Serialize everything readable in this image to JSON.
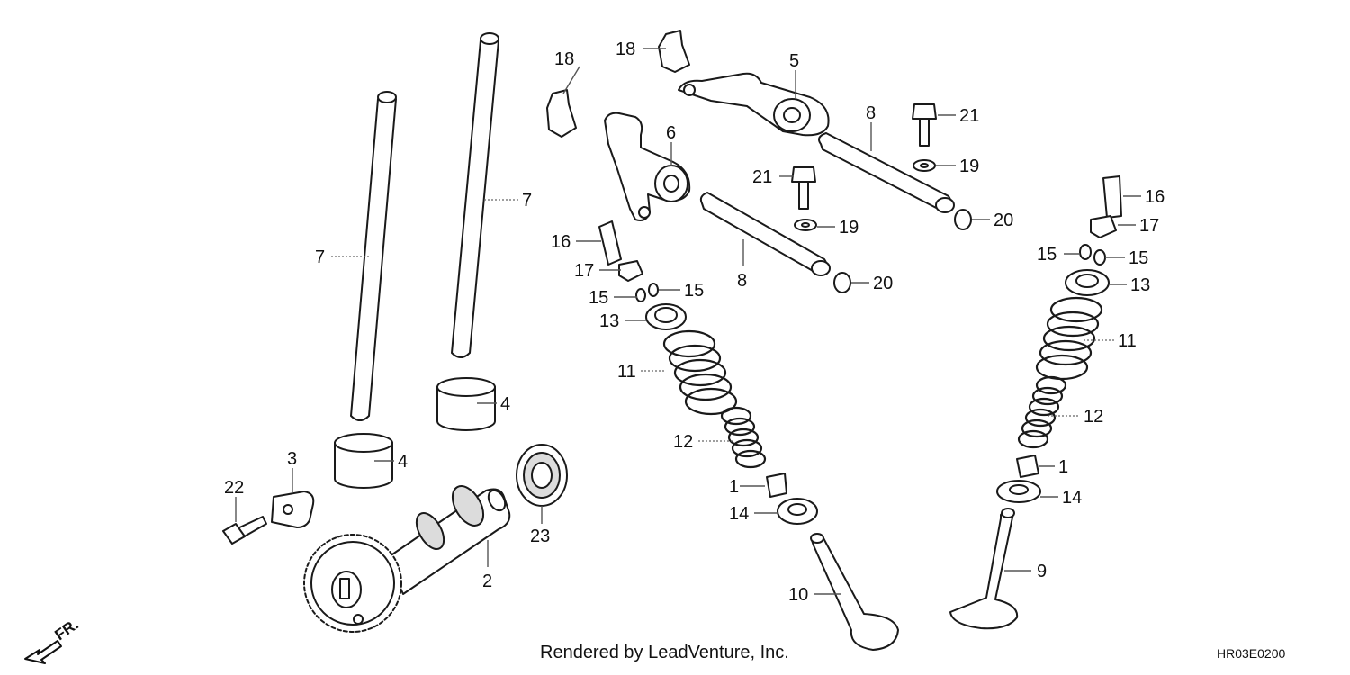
{
  "callouts": {
    "c1a": "1",
    "c1b": "1",
    "c2": "2",
    "c3": "3",
    "c4a": "4",
    "c4b": "4",
    "c5": "5",
    "c6": "6",
    "c7a": "7",
    "c7b": "7",
    "c8a": "8",
    "c8b": "8",
    "c9": "9",
    "c10": "10",
    "c11a": "11",
    "c11b": "11",
    "c12a": "12",
    "c12b": "12",
    "c13a": "13",
    "c13b": "13",
    "c14a": "14",
    "c14b": "14",
    "c15a": "15",
    "c15b": "15",
    "c15c": "15",
    "c15d": "15",
    "c16a": "16",
    "c16b": "16",
    "c17a": "17",
    "c17b": "17",
    "c18a": "18",
    "c18b": "18",
    "c19a": "19",
    "c19b": "19",
    "c20a": "20",
    "c20b": "20",
    "c21a": "21",
    "c21b": "21",
    "c22": "22",
    "c23": "23"
  },
  "footer": {
    "credit": "Rendered by LeadVenture, Inc.",
    "code": "HR03E0200"
  },
  "orientation": {
    "label": "FR."
  }
}
